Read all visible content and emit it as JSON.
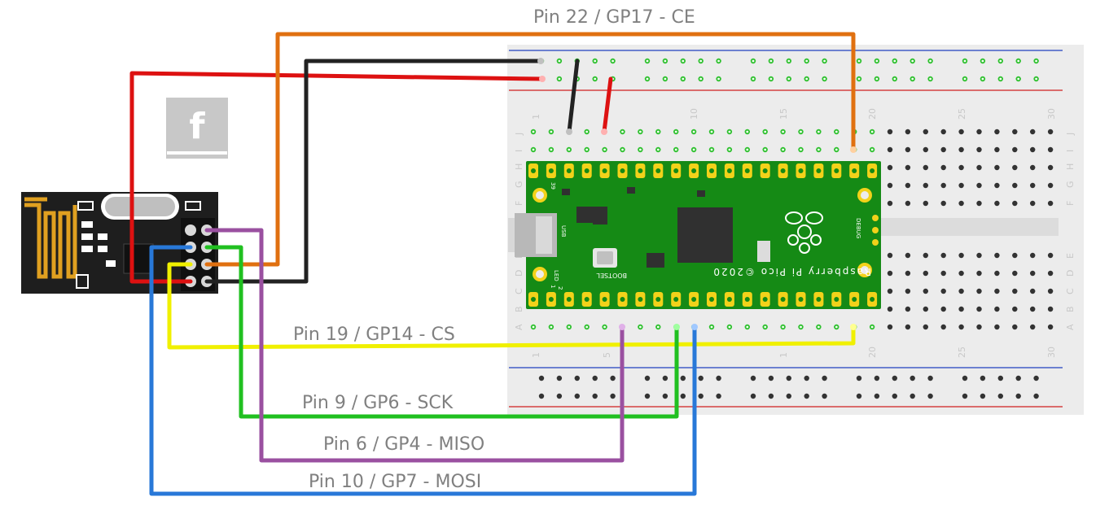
{
  "labels": {
    "ce": "Pin 22 / GP17 - CE",
    "cs": "Pin 19 / GP14 - CS",
    "sck": "Pin 9 / GP6 - SCK",
    "miso": "Pin 6 / GP4 - MISO",
    "mosi": "Pin 10 / GP7 - MOSI"
  },
  "breadboard": {
    "numbers_top": [
      "1",
      "10",
      "15",
      "20",
      "25",
      "30"
    ],
    "numbers_bottom": [
      "1",
      "5",
      "1",
      "20",
      "25",
      "30"
    ],
    "row_letters_top": [
      "J",
      "I",
      "H",
      "G",
      "F"
    ],
    "row_letters_bottom": [
      "E",
      "D",
      "C",
      "B",
      "A"
    ]
  },
  "pico": {
    "name": "Raspberry Pi Pico ©2020",
    "bootsel": "BOOTSEL",
    "usb": "USB",
    "led": "LED",
    "debug": "DEBUG",
    "pin39": "39",
    "pin1": "1",
    "pin2": "2"
  },
  "logo": {
    "glyph": "f"
  },
  "colors": {
    "ce": "#e07010",
    "cs": "#f0f000",
    "sck": "#20c020",
    "miso": "#9a50a0",
    "mosi": "#2878d8",
    "vcc": "#dd1111",
    "gnd": "#222222"
  }
}
